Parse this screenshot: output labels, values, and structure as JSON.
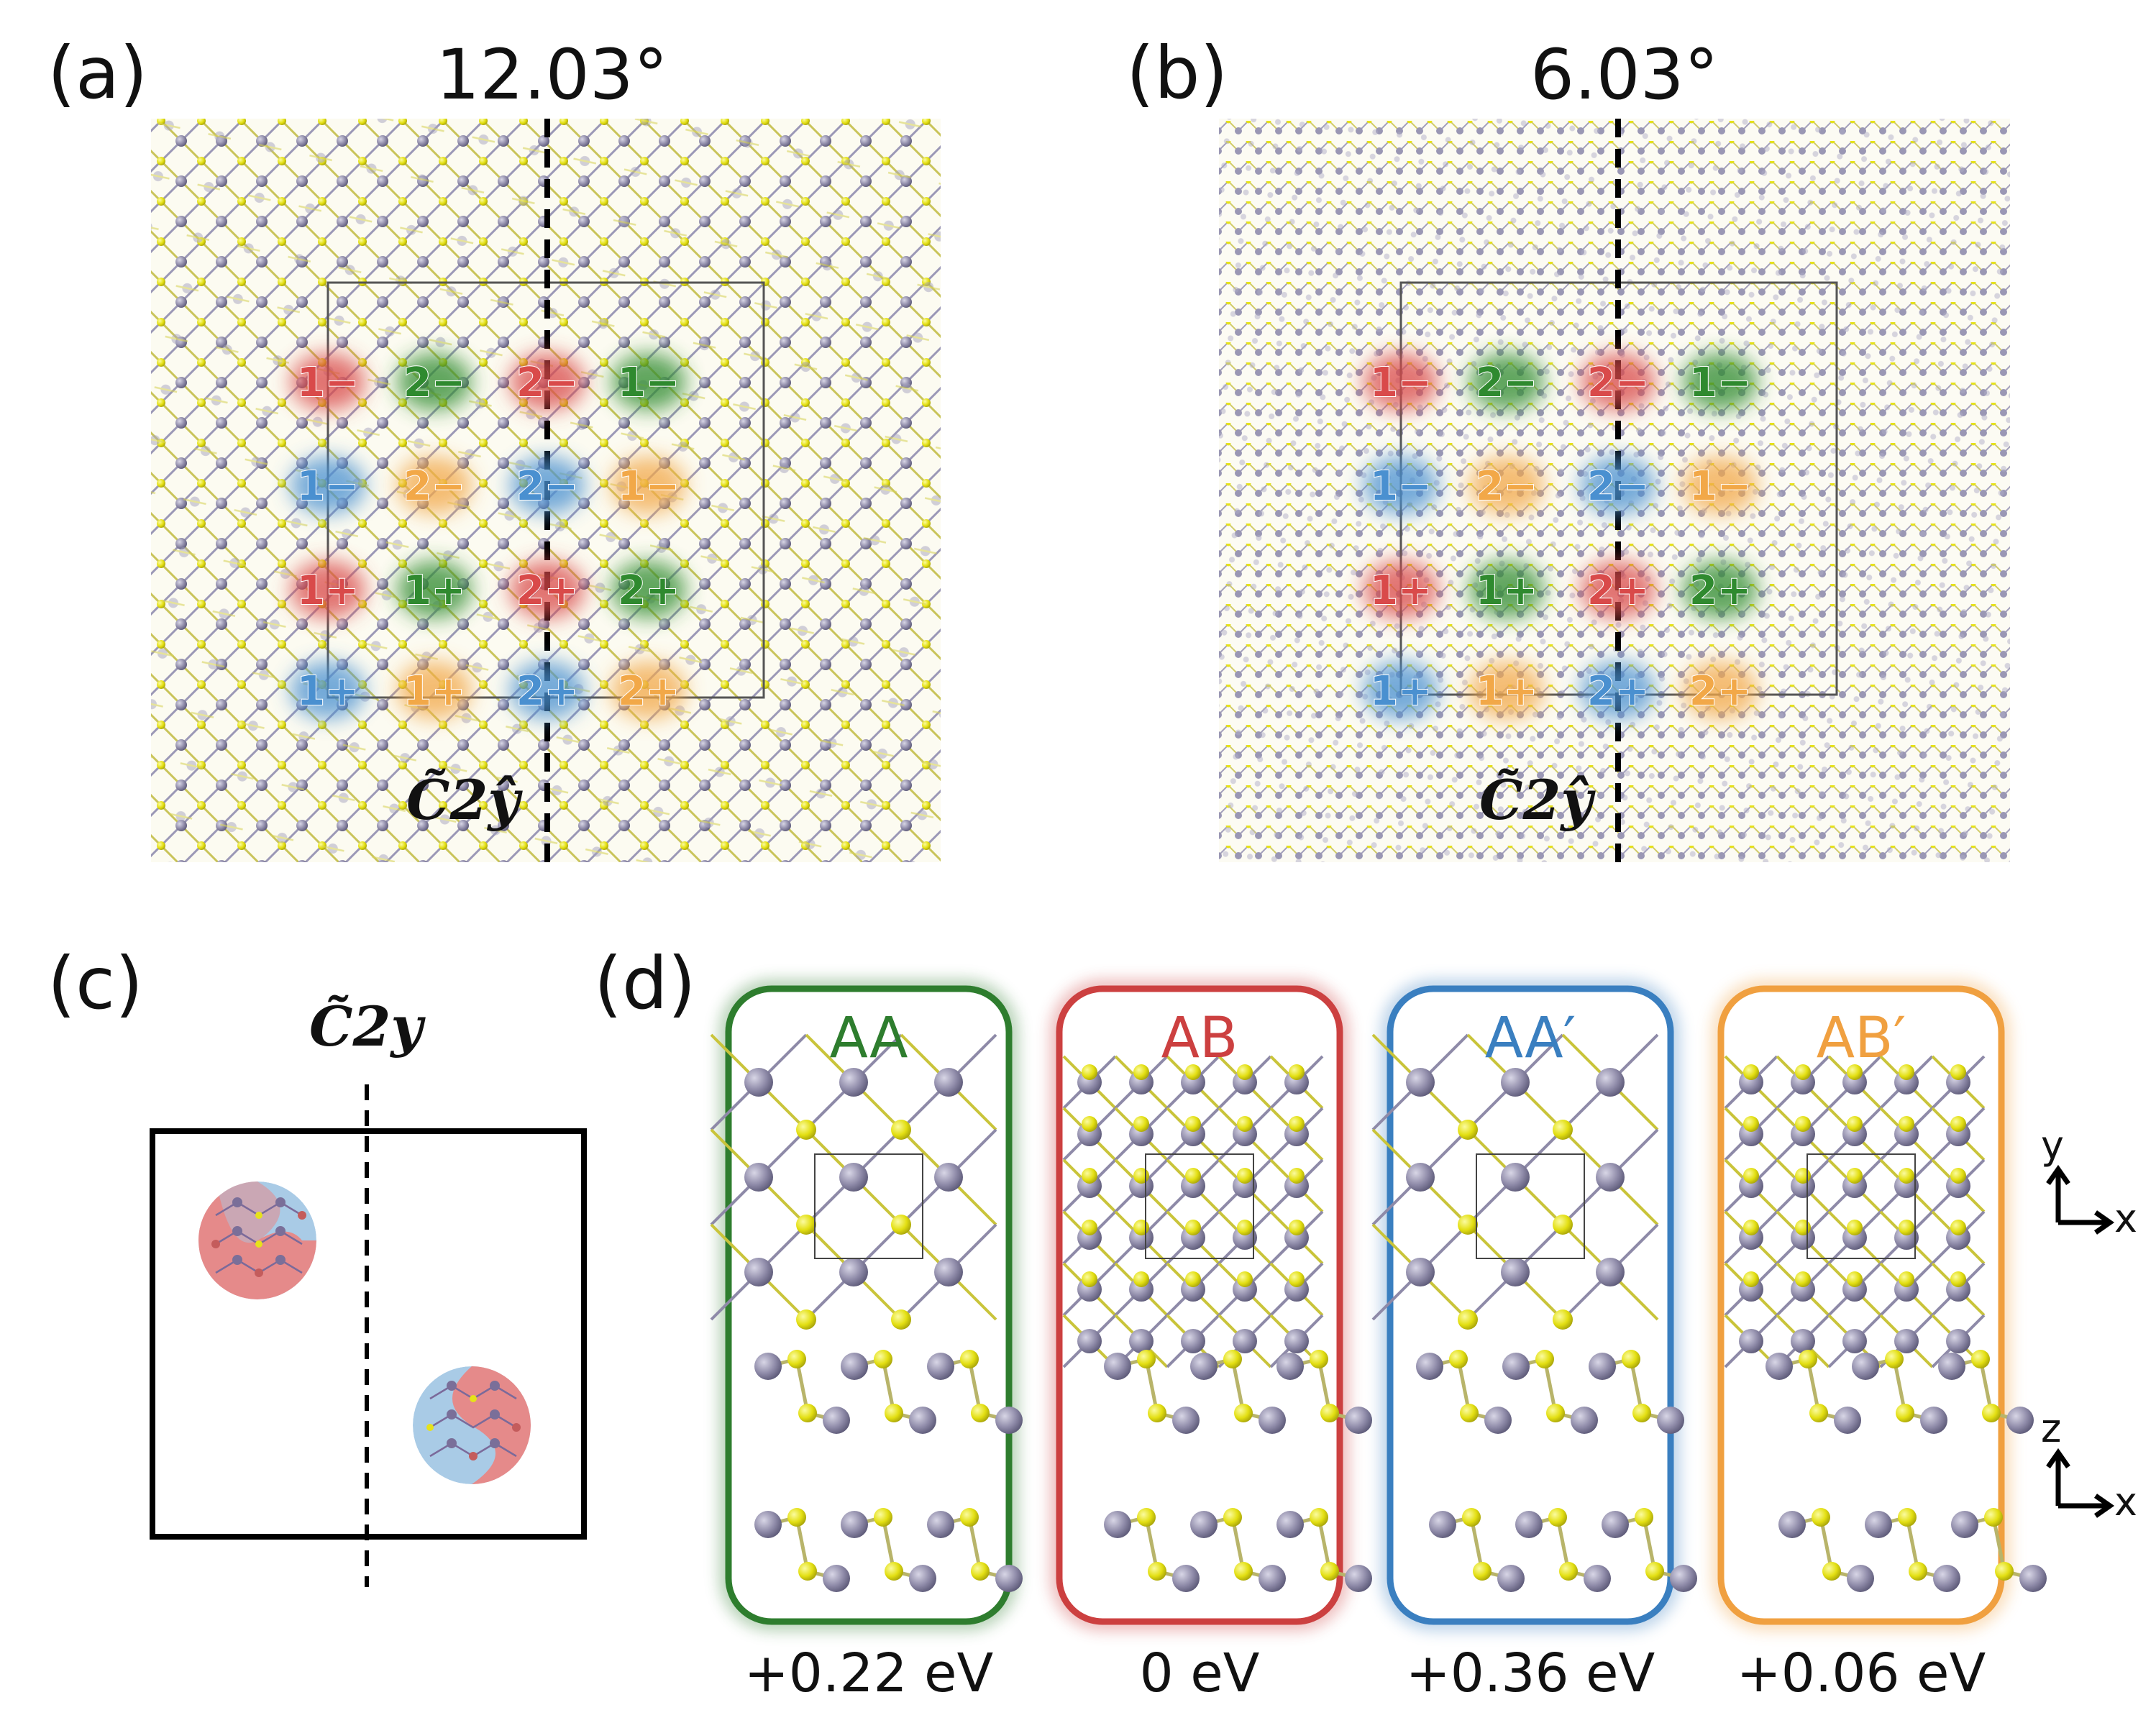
{
  "panels": {
    "a": {
      "label": "(a)",
      "angle": "12.03°",
      "symmetry": "C̃2ŷ"
    },
    "b": {
      "label": "(b)",
      "angle": "6.03°",
      "symmetry": "C̃2ŷ"
    },
    "c": {
      "label": "(c)",
      "symmetry": "C̃2y"
    },
    "d": {
      "label": "(d)"
    }
  },
  "region_markers": [
    {
      "text": "1−",
      "color": "#d94a4a"
    },
    {
      "text": "2−",
      "color": "#2f8a2f"
    },
    {
      "text": "2−",
      "color": "#d94a4a"
    },
    {
      "text": "1−",
      "color": "#2f8a2f"
    },
    {
      "text": "1−",
      "color": "#4a90d0"
    },
    {
      "text": "2−",
      "color": "#f2a848"
    },
    {
      "text": "2−",
      "color": "#4a90d0"
    },
    {
      "text": "1−",
      "color": "#f2a848"
    },
    {
      "text": "1+",
      "color": "#d94a4a"
    },
    {
      "text": "1+",
      "color": "#2f8a2f"
    },
    {
      "text": "2+",
      "color": "#d94a4a"
    },
    {
      "text": "2+",
      "color": "#2f8a2f"
    },
    {
      "text": "1+",
      "color": "#4a90d0"
    },
    {
      "text": "1+",
      "color": "#f2a848"
    },
    {
      "text": "2+",
      "color": "#4a90d0"
    },
    {
      "text": "2+",
      "color": "#f2a848"
    }
  ],
  "stackings": [
    {
      "name": "AA",
      "energy": "+0.22 eV",
      "color": "#2e7d2e"
    },
    {
      "name": "AB",
      "energy": "0 eV",
      "color": "#cc4040"
    },
    {
      "name": "AA′",
      "energy": "+0.36 eV",
      "color": "#3a7fc0"
    },
    {
      "name": "AB′",
      "energy": "+0.06 eV",
      "color": "#f0a040"
    }
  ],
  "axes": {
    "top": {
      "vertical": "y",
      "horizontal": "x"
    },
    "side": {
      "vertical": "z",
      "horizontal": "x"
    }
  },
  "colors": {
    "sulfur": "#e6e21a",
    "metal": "#8e8aa8",
    "bond": "#b8b46a"
  }
}
